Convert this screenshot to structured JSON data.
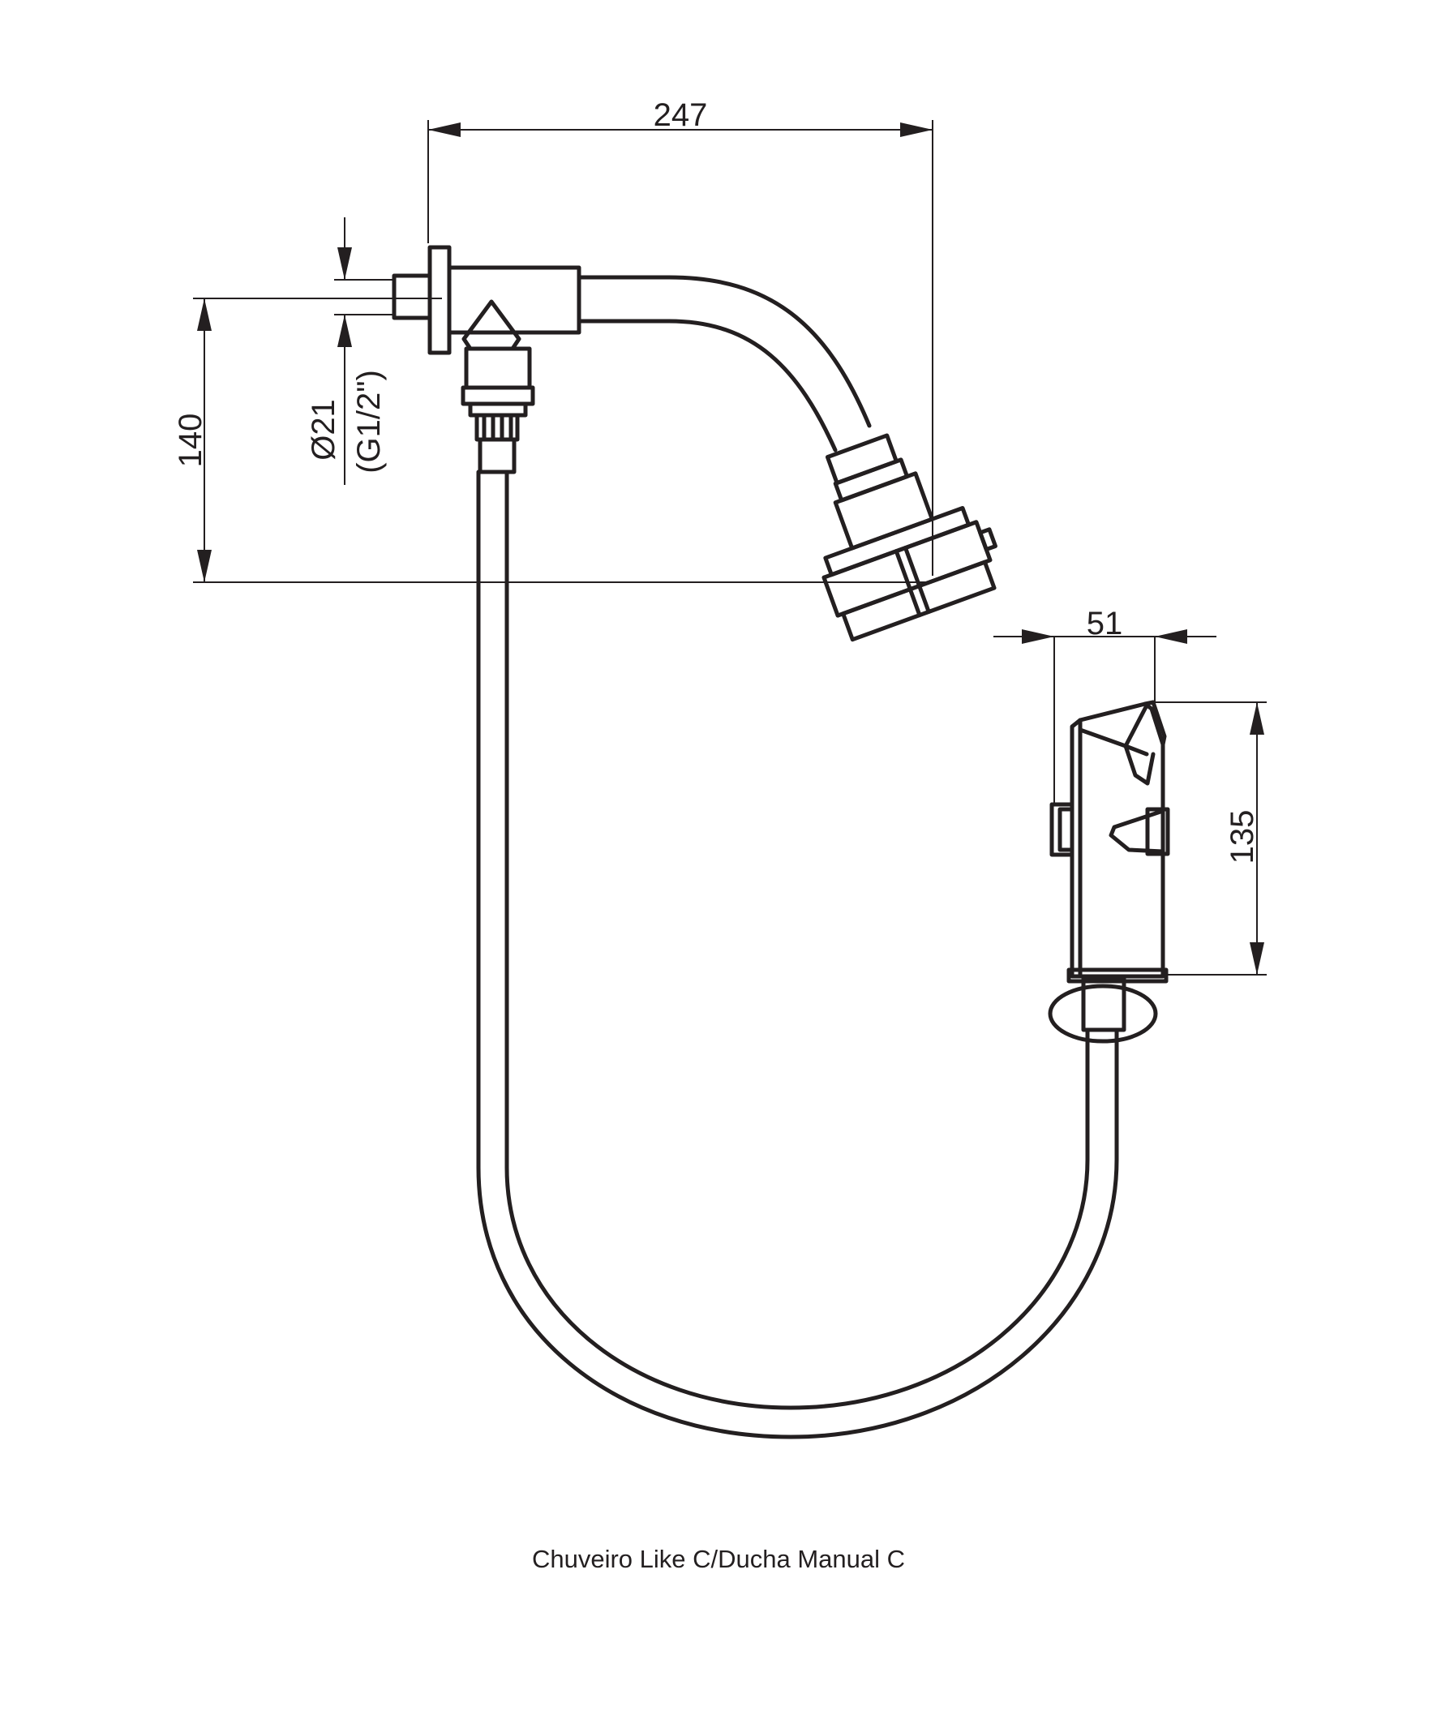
{
  "dimensions": {
    "width_total": "247",
    "height_shower": "140",
    "diameter": "Ø21",
    "thread": "(G1/2\")",
    "handshower_width": "51",
    "handshower_height": "135"
  },
  "caption": "Chuveiro Like C/Ducha Manual C"
}
